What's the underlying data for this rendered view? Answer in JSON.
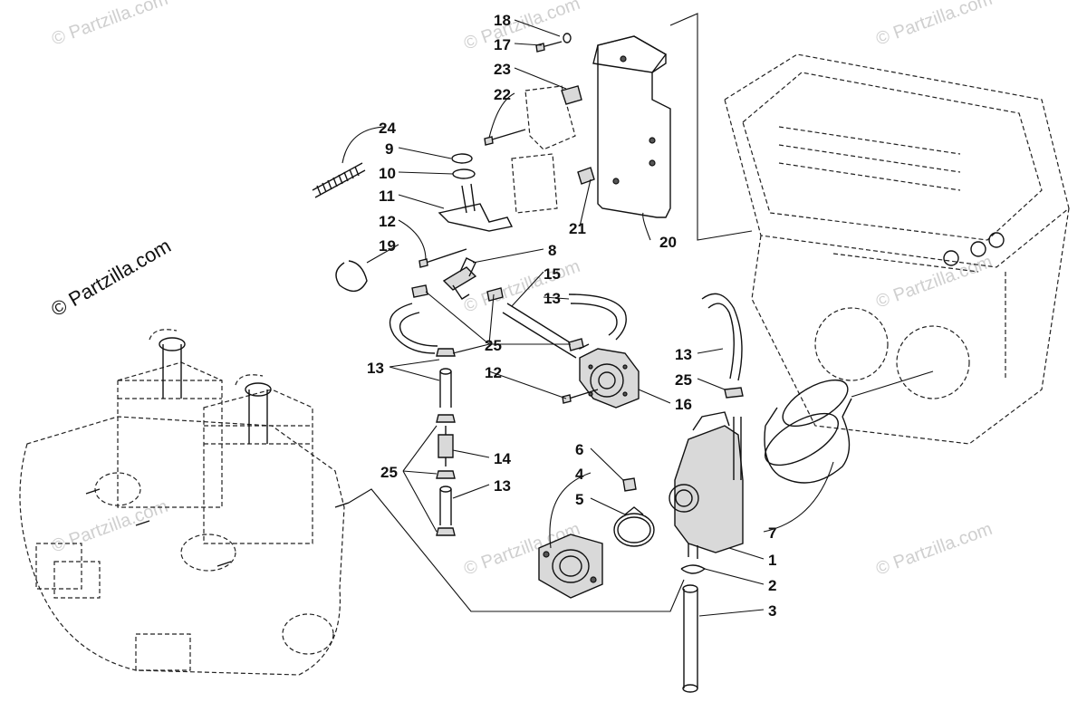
{
  "credit_text": "© Partzilla.com",
  "watermark_text": "© Partzilla.com",
  "callouts": {
    "c1": "1",
    "c2": "2",
    "c3": "3",
    "c4": "4",
    "c5": "5",
    "c6": "6",
    "c7": "7",
    "c8": "8",
    "c9": "9",
    "c10": "10",
    "c11": "11",
    "c12a": "12",
    "c12b": "12",
    "c13a": "13",
    "c13b": "13",
    "c13c": "13",
    "c13d": "13",
    "c14": "14",
    "c15": "15",
    "c16": "16",
    "c17": "17",
    "c18": "18",
    "c19": "19",
    "c20": "20",
    "c21": "21",
    "c22": "22",
    "c23": "23",
    "c24": "24",
    "c25a": "25",
    "c25b": "25",
    "c25c": "25"
  }
}
